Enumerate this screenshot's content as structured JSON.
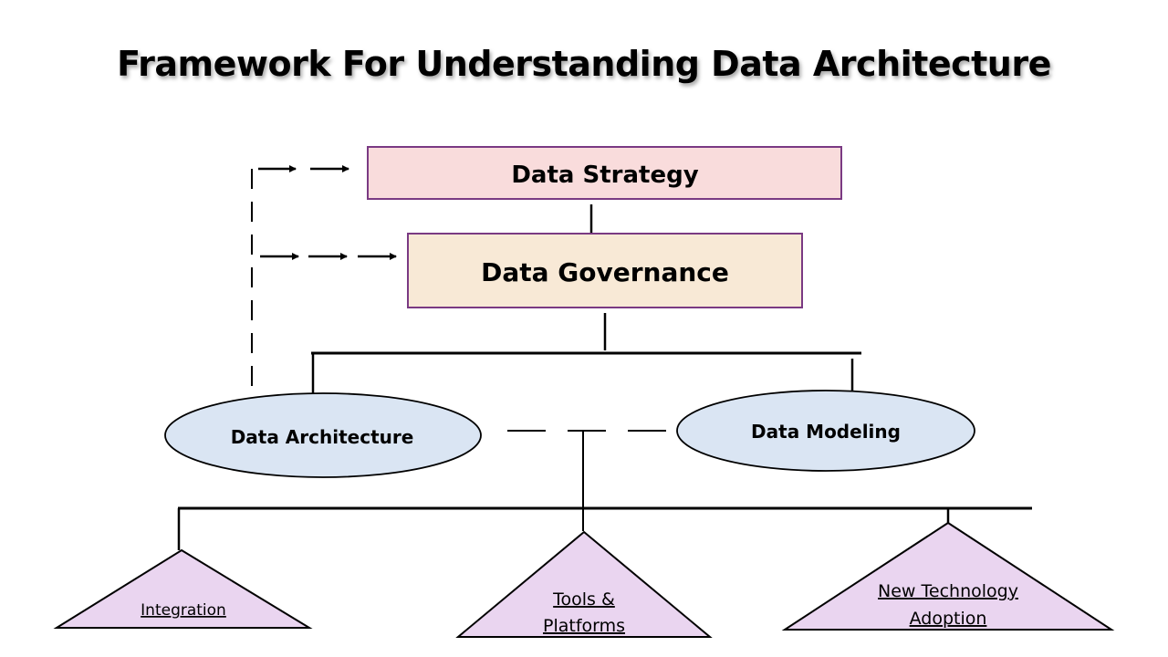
{
  "title": "Framework For Understanding Data Architecture",
  "colors": {
    "strategy_fill": "#f9dcdc",
    "governance_fill": "#f8e9d6",
    "box_border": "#7a3a83",
    "ellipse_fill": "#dae5f3",
    "triangle_fill": "#ead5f0",
    "line": "#000000"
  },
  "boxes": {
    "strategy": {
      "label": "Data Strategy"
    },
    "governance": {
      "label": "Data Governance"
    }
  },
  "nodes": {
    "architecture": {
      "label": "Data Architecture"
    },
    "modeling": {
      "label": "Data Modeling"
    }
  },
  "triangles": {
    "integration": {
      "lines": [
        "Integration"
      ]
    },
    "tools": {
      "lines": [
        "Tools &",
        "Platforms"
      ]
    },
    "technology": {
      "lines": [
        "New Technology",
        "Adoption"
      ]
    }
  }
}
